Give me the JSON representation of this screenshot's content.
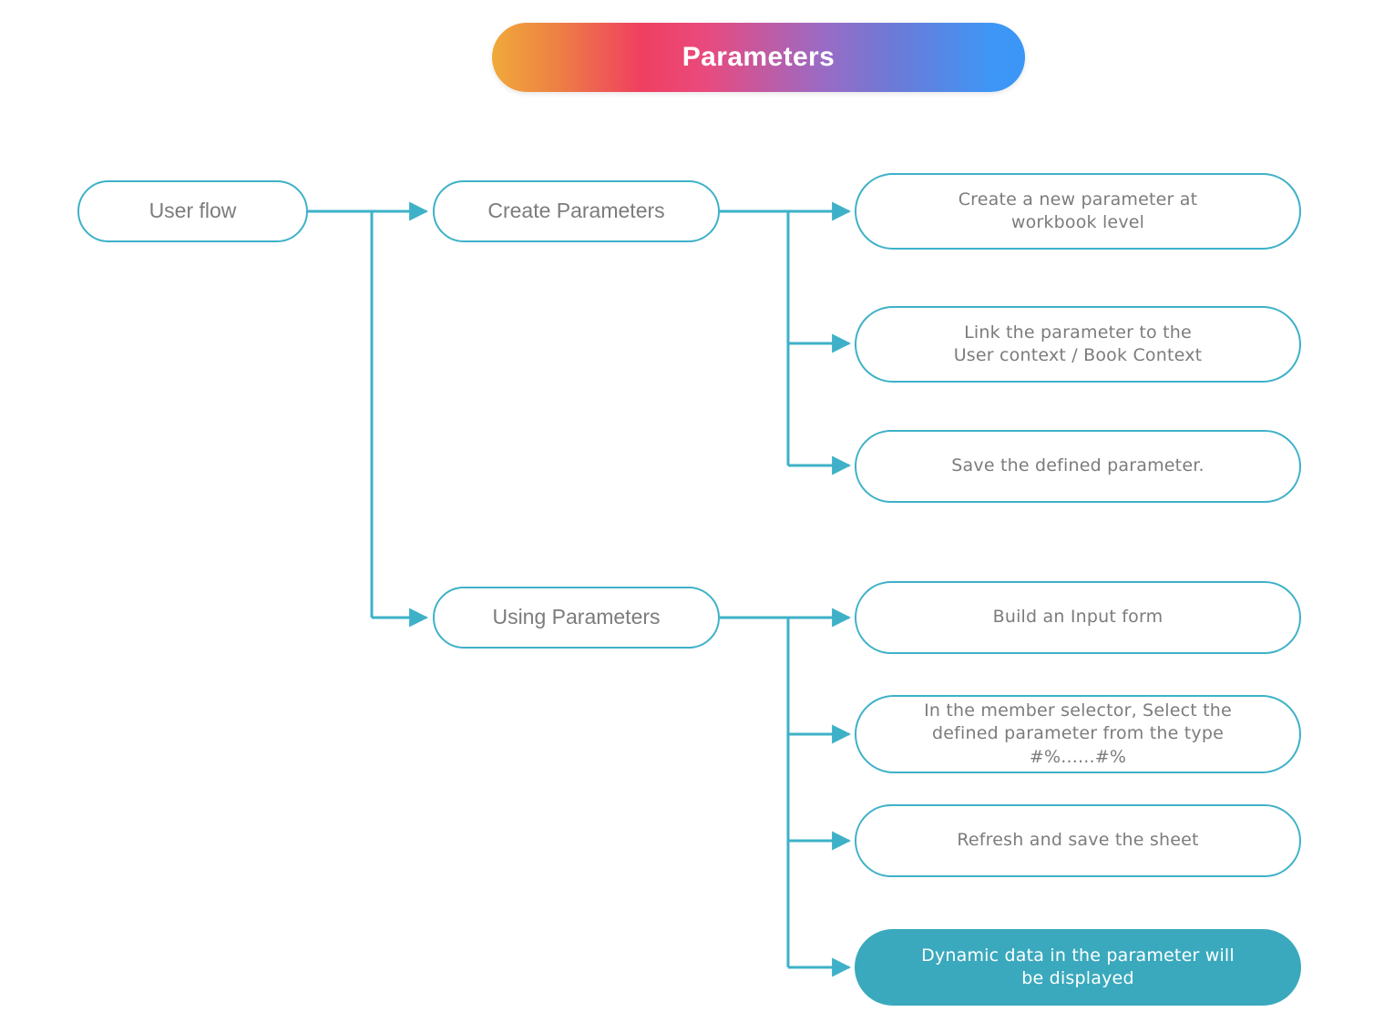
{
  "banner": {
    "title": "Parameters",
    "gradient_colors": [
      "#f0a93a",
      "#ef3f60",
      "#9a6bc4",
      "#3e97f6"
    ],
    "text_color": "#ffffff"
  },
  "theme": {
    "node_border": "#3eb1c8",
    "node_text": "#7c7c7c",
    "connector": "#3eb1c8",
    "filled_node_bg": "#3aa9bd",
    "filled_node_text": "#ffffff",
    "background": "#ffffff"
  },
  "flow": {
    "root": {
      "label": "User flow"
    },
    "branches": [
      {
        "label": "Create Parameters",
        "steps": [
          {
            "label": "Create a new parameter at\nworkbook level",
            "filled": false
          },
          {
            "label": "Link the parameter to the\nUser context / Book Context",
            "filled": false
          },
          {
            "label": "Save the defined parameter.",
            "filled": false
          }
        ]
      },
      {
        "label": "Using Parameters",
        "steps": [
          {
            "label": "Build an Input form",
            "filled": false
          },
          {
            "label": "In the member selector, Select  the\ndefined parameter from the type\n#%......#%",
            "filled": false
          },
          {
            "label": "Refresh and save the sheet",
            "filled": false
          },
          {
            "label": "Dynamic data in the parameter will\nbe displayed",
            "filled": true
          }
        ]
      }
    ]
  }
}
